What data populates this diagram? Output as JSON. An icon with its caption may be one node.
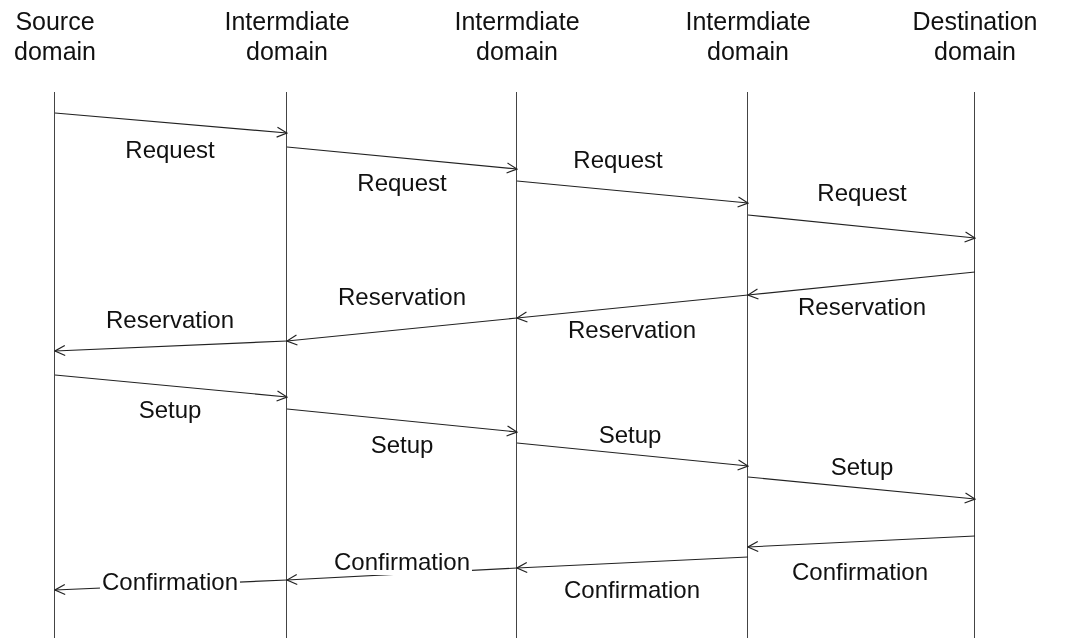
{
  "diagram": {
    "nodes": [
      {
        "text": [
          "Source domain"
        ]
      },
      {
        "text": [
          "Intermdiate domain"
        ]
      },
      {
        "text": [
          "Intermdiate domain"
        ]
      },
      {
        "text": [
          "Intermdiate domain"
        ]
      },
      {
        "text": [
          "Destination domain"
        ]
      }
    ],
    "edges": [
      {
        "from": 0,
        "to": 1,
        "arrow": "to",
        "label": "Request"
      },
      {
        "from": 1,
        "to": 2,
        "arrow": "to",
        "label": "Request"
      },
      {
        "from": 2,
        "to": 3,
        "arrow": "to",
        "label": "Request"
      },
      {
        "from": 3,
        "to": 4,
        "arrow": "to",
        "label": "Request"
      },
      {
        "from": 4,
        "to": 3,
        "arrow": "to",
        "label": "Reservation"
      },
      {
        "from": 3,
        "to": 2,
        "arrow": "to",
        "label": "Reservation"
      },
      {
        "from": 2,
        "to": 1,
        "arrow": "to",
        "label": "Reservation"
      },
      {
        "from": 1,
        "to": 0,
        "arrow": "to",
        "label": "Reservation"
      },
      {
        "from": 0,
        "to": 1,
        "arrow": "to",
        "label": "Setup"
      },
      {
        "from": 1,
        "to": 2,
        "arrow": "to",
        "label": "Setup"
      },
      {
        "from": 2,
        "to": 3,
        "arrow": "to",
        "label": "Setup"
      },
      {
        "from": 3,
        "to": 4,
        "arrow": "to",
        "label": "Setup"
      },
      {
        "from": 4,
        "to": 3,
        "arrow": "to",
        "label": "Confirmation"
      },
      {
        "from": 3,
        "to": 2,
        "arrow": "to",
        "label": "Confirmation"
      },
      {
        "from": 2,
        "to": 1,
        "arrow": "to",
        "label": "Confirmation"
      },
      {
        "from": 1,
        "to": 0,
        "arrow": "to",
        "label": "Confirmation"
      }
    ]
  }
}
